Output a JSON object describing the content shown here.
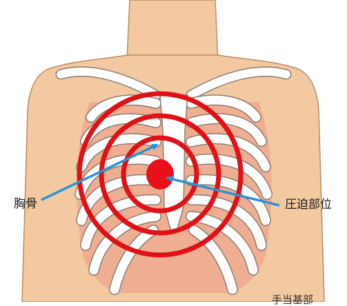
{
  "labels": {
    "sternum": "胸骨",
    "compression_site": "圧迫部位",
    "cut_off_text": "手当基部"
  },
  "colors": {
    "skin": "#f2c9a0",
    "skin_outline": "#b88a66",
    "rib": "#ffffff",
    "rib_outline": "#8a7a72",
    "intercostal": "#eea98e",
    "rings": "#e01016",
    "target": "#e8101a",
    "arrow": "#2a93d6"
  },
  "icons": {
    "sternum_arrow": "arrow-pointer",
    "compression_arrow": "arrow-pointer"
  }
}
